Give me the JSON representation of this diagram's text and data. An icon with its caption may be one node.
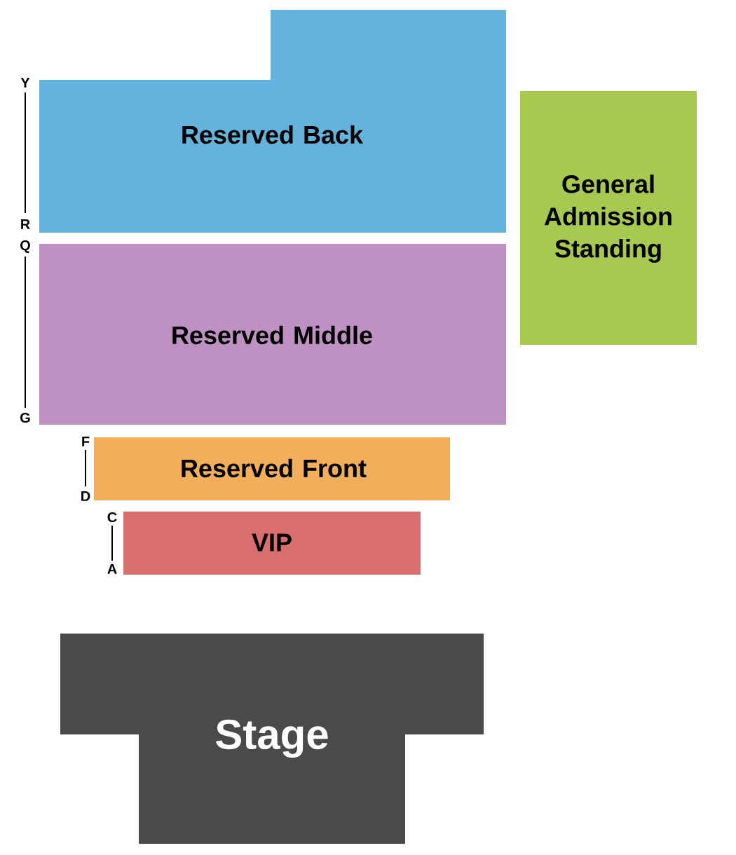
{
  "diagram": {
    "nodes": [
      {
        "text": [
          "Reserved Back"
        ]
      },
      {
        "text": [
          "General Admission Standing"
        ]
      },
      {
        "text": [
          "Reserved Middle"
        ]
      },
      {
        "text": [
          "Reserved Front"
        ]
      },
      {
        "text": [
          "VIP"
        ]
      },
      {
        "text": [
          "Stage"
        ]
      }
    ],
    "labels": [
      "Y",
      "R",
      "Q",
      "G",
      "F",
      "D",
      "C",
      "A"
    ]
  }
}
